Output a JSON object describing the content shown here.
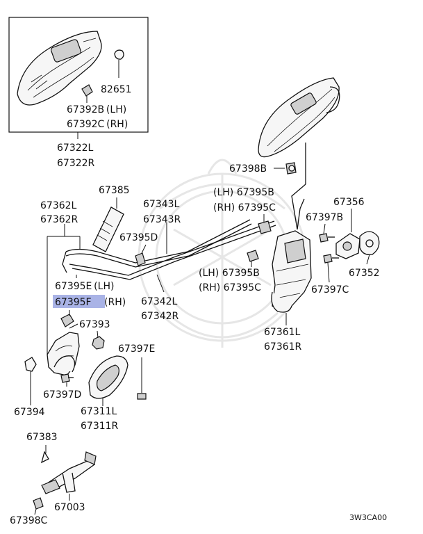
{
  "labels": {
    "p82651": "82651",
    "p67392b": "67392B (LH)",
    "p67392c": "67392C (RH)",
    "p67322l": "67322L",
    "p67322r": "67322R",
    "p67398b": "67398B",
    "p67385": "67385",
    "p67395b_top": "(LH) 67395B",
    "p67395c_top": "(RH) 67395C",
    "p67356": "67356",
    "p67362l": "67362L",
    "p67362r": "67362R",
    "p67343l": "67343L",
    "p67343r": "67343R",
    "p67397b": "67397B",
    "p67395d": "67395D",
    "p67352": "67352",
    "p67395b_mid": "(LH) 67395B",
    "p67395c_mid": "(RH) 67395C",
    "p67397c": "67397C",
    "p67395e": "67395E (LH)",
    "p67395f": "67395F",
    "p67395f_side": "(RH)",
    "p67342l": "67342L",
    "p67342r": "67342R",
    "p67393": "67393",
    "p67361l": "67361L",
    "p67361r": "67361R",
    "p67397e": "67397E",
    "p67397d": "67397D",
    "p67311l": "67311L",
    "p67311r": "67311R",
    "p67394": "67394",
    "p67383": "67383",
    "p67003": "67003",
    "p67398c": "67398C",
    "code": "3W3CA00"
  },
  "colors": {
    "highlight": "#a9b3e6",
    "ink": "#111111",
    "watermark": "#e6e6e6"
  }
}
